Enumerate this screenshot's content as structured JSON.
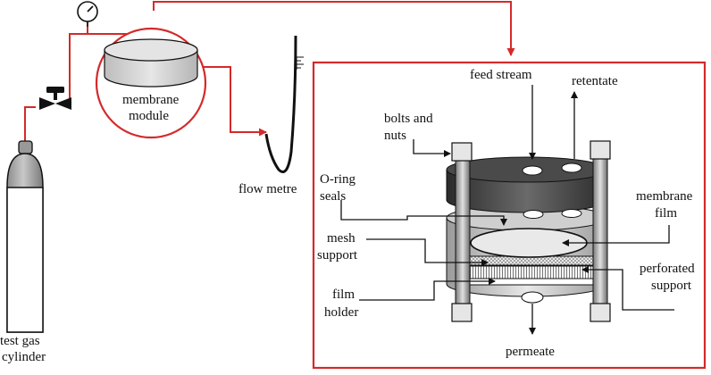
{
  "labels": {
    "test_gas_cylinder_line1": "test gas",
    "test_gas_cylinder_line2": "cylinder",
    "membrane_module_line1": "membrane",
    "membrane_module_line2": "module",
    "flow_metre": "flow metre",
    "feed_stream": "feed stream",
    "retentate": "retentate",
    "bolts_and_nuts_line1": "bolts and",
    "bolts_and_nuts_line2": "nuts",
    "o_ring_seals_line1": "O-ring",
    "o_ring_seals_line2": "seals",
    "membrane_film_line1": "membrane",
    "membrane_film_line2": "film",
    "mesh_support_line1": "mesh",
    "mesh_support_line2": "support",
    "perforated_support_line1": "perforated",
    "perforated_support_line2": "support",
    "film_holder_line1": "film",
    "film_holder_line2": "holder",
    "permeate": "permeate"
  },
  "colors": {
    "flow_line": "#d42a2a",
    "outline": "#111111",
    "cylinder_gray": "#a9a9a9",
    "module_gray": "#cfcfcf",
    "cap_dark": "#3a3a3a"
  },
  "icons": [
    "pressure-gauge-icon",
    "valve-icon"
  ]
}
